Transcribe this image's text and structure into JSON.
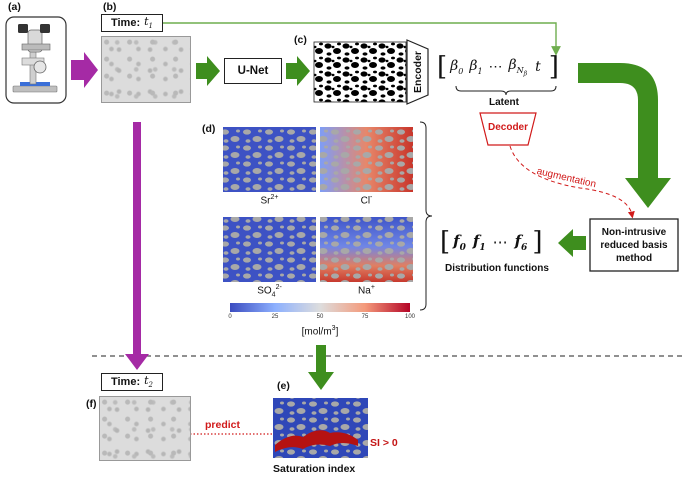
{
  "panel_labels": {
    "a": "(a)",
    "b": "(b)",
    "c": "(c)",
    "d": "(d)",
    "e": "(e)",
    "f": "(f)"
  },
  "time1": {
    "label": "Time:",
    "var": "t",
    "sub": "1"
  },
  "time2": {
    "label": "Time:",
    "var": "t",
    "sub": "2"
  },
  "unet": "U-Net",
  "encoder": "Encoder",
  "latent": {
    "label": "Latent",
    "beta0": "β",
    "beta0_sub": "0",
    "beta1": "β",
    "beta1_sub": "1",
    "dots": "⋯",
    "betaN": "β",
    "betaN_sub": "N",
    "betaN_subsub": "β",
    "t": "t"
  },
  "decoder": "Decoder",
  "augmentation": "augmentation",
  "rbm": {
    "line1": "Non-intrusive",
    "line2": "reduced basis",
    "line3": "method"
  },
  "dist": {
    "label": "Distribution functions",
    "f0": "f",
    "f0_sub": "0",
    "f1": "f",
    "f1_sub": "1",
    "dots": "⋯",
    "f6": "f",
    "f6_sub": "6"
  },
  "maps": {
    "sr": {
      "base": "Sr",
      "sup": "2+"
    },
    "cl": {
      "base": "Cl",
      "sup": "-"
    },
    "so4": {
      "base": "SO",
      "sub": "4",
      "sup": "2-"
    },
    "na": {
      "base": "Na",
      "sup": "+"
    }
  },
  "colorbar": {
    "ticks": [
      "0",
      "25",
      "50",
      "75",
      "100"
    ],
    "unit": "[mol/m",
    "unit_sup": "3",
    "unit_close": "]",
    "colors": [
      "#3b4cc0",
      "#8db0fe",
      "#dddddd",
      "#f49a7b",
      "#b40426"
    ]
  },
  "predict": "predict",
  "saturation_index": "Saturation index",
  "si_label": "SI > 0",
  "colors": {
    "green": "#3e8e1e",
    "purple": "#a52aa5",
    "red": "#d11a1a",
    "thin_green": "#6fae4f"
  }
}
